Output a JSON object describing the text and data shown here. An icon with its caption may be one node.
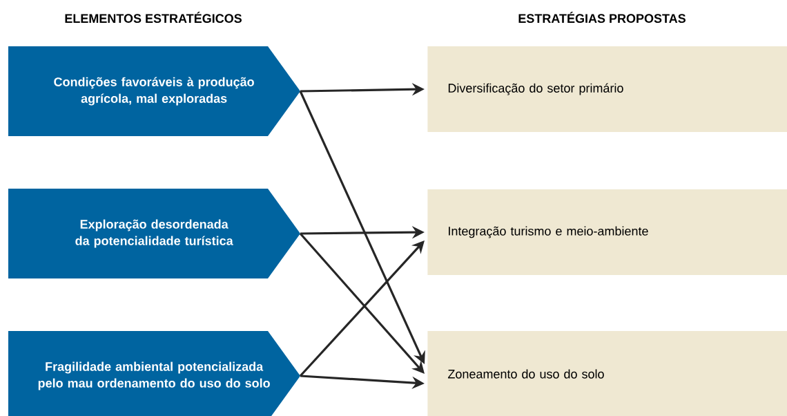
{
  "diagram": {
    "nodes": [
      {
        "text": [
          "Condições favoráveis à produção agrícola, mal exploradas"
        ]
      },
      {
        "text": [
          "Exploração desordenada da potencialidade turística"
        ]
      },
      {
        "text": [
          "Fragilidade ambiental potencializada pelo mau ordenamento do uso do solo"
        ]
      },
      {
        "text": [
          "Diversificação do setor primário"
        ]
      },
      {
        "text": [
          "Integração turismo e meio-ambiente"
        ]
      },
      {
        "text": [
          "Zoneamento do uso do solo"
        ]
      }
    ],
    "edges": [
      {
        "from": 0,
        "to": 3,
        "arrow": "to"
      },
      {
        "from": 0,
        "to": 5,
        "arrow": "to"
      },
      {
        "from": 1,
        "to": 4,
        "arrow": "to"
      },
      {
        "from": 1,
        "to": 5,
        "arrow": "to"
      },
      {
        "from": 2,
        "to": 4,
        "arrow": "to"
      },
      {
        "from": 2,
        "to": 5,
        "arrow": "to"
      }
    ],
    "labels": [
      "ELEMENTOS ESTRATÉGICOS",
      "ESTRATÉGIAS PROPOSTAS"
    ]
  }
}
